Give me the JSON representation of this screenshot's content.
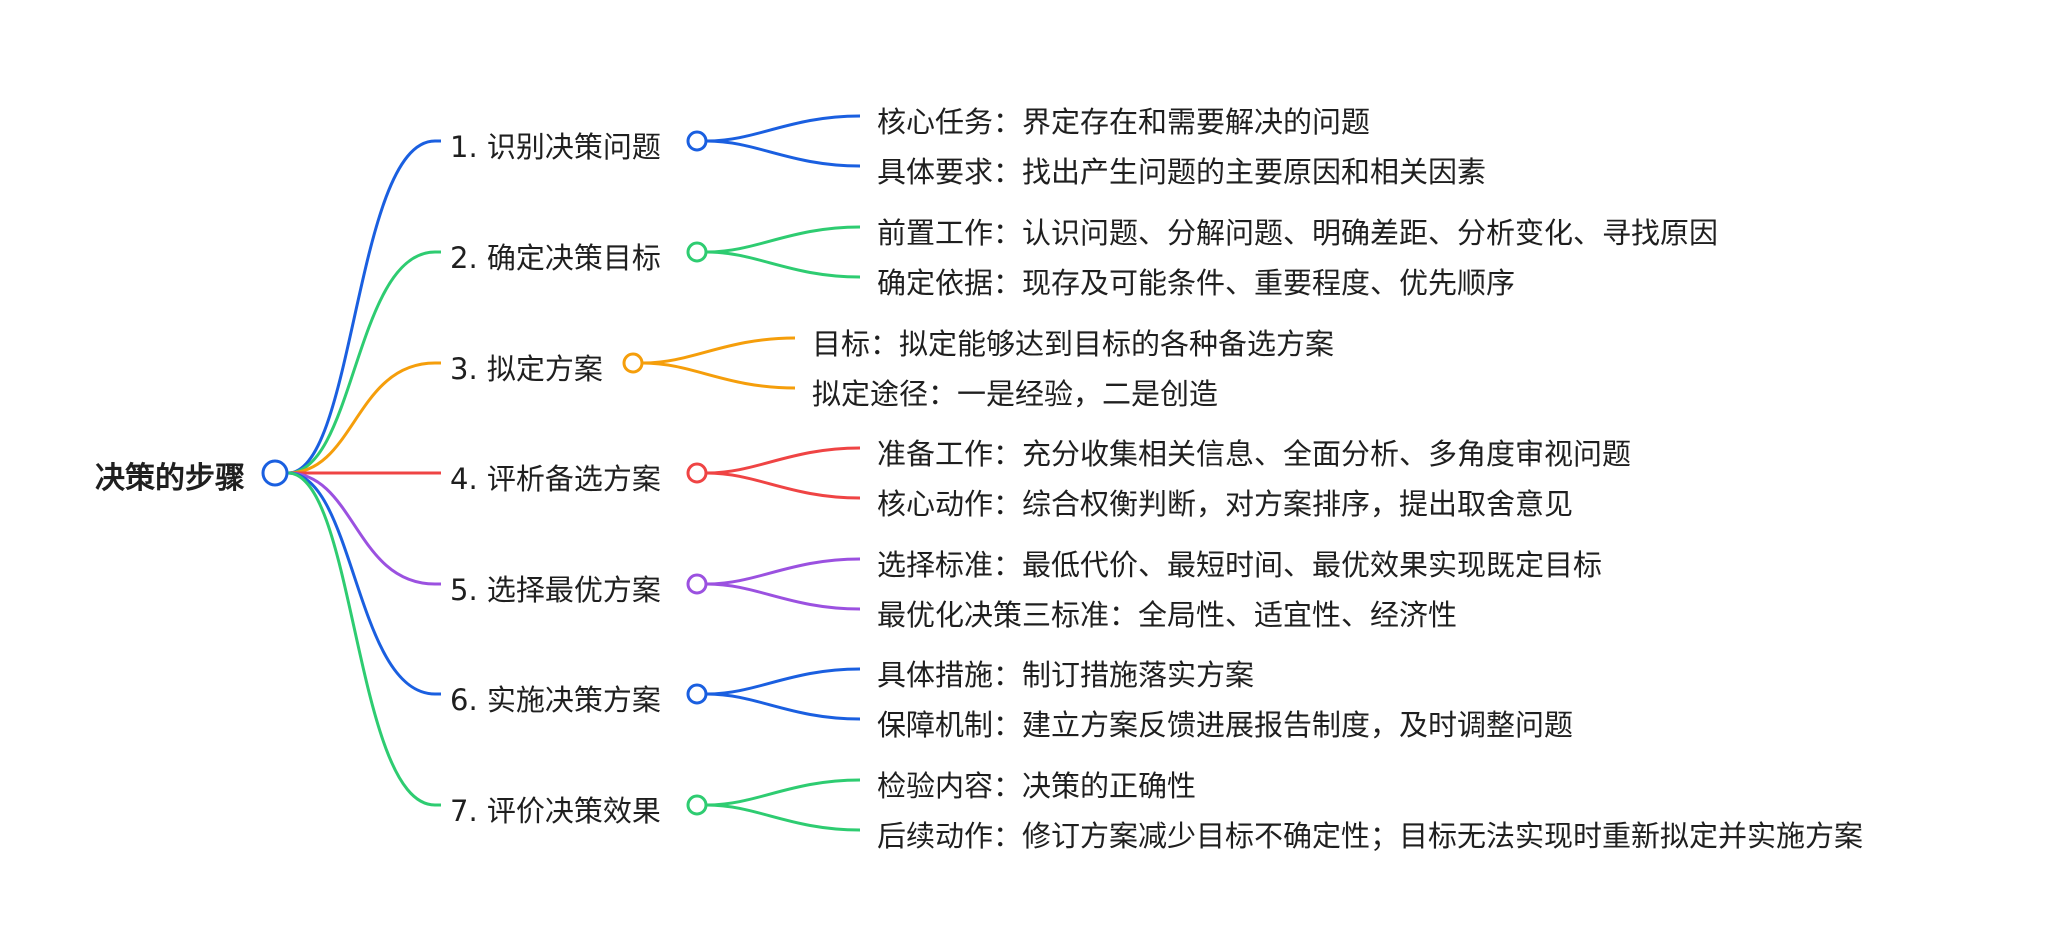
{
  "root": {
    "label": "决策的步骤",
    "color": "#1a5fe0"
  },
  "branches": [
    {
      "label": "1. 识别决策问题",
      "color": "#1a5fe0",
      "children": [
        "核心任务：界定存在和需要解决的问题",
        "具体要求：找出产生问题的主要原因和相关因素"
      ]
    },
    {
      "label": "2. 确定决策目标",
      "color": "#2ecc71",
      "children": [
        "前置工作：认识问题、分解问题、明确差距、分析变化、寻找原因",
        "确定依据：现存及可能条件、重要程度、优先顺序"
      ]
    },
    {
      "label": "3. 拟定方案",
      "color": "#f59e0b",
      "children": [
        "目标：拟定能够达到目标的各种备选方案",
        "拟定途径：一是经验，二是创造"
      ]
    },
    {
      "label": "4. 评析备选方案",
      "color": "#ef4444",
      "children": [
        "准备工作：充分收集相关信息、全面分析、多角度审视问题",
        "核心动作：综合权衡判断，对方案排序，提出取舍意见"
      ]
    },
    {
      "label": "5. 选择最优方案",
      "color": "#9b51e0",
      "children": [
        "选择标准：最低代价、最短时间、最优效果实现既定目标",
        "最优化决策三标准：全局性、适宜性、经济性"
      ]
    },
    {
      "label": "6. 实施决策方案",
      "color": "#1a5fe0",
      "children": [
        "具体措施：制订措施落实方案",
        "保障机制：建立方案反馈进展报告制度，及时调整问题"
      ]
    },
    {
      "label": "7. 评价决策效果",
      "color": "#2ecc71",
      "children": [
        "检验内容：决策的正确性",
        "后续动作：修订方案减少目标不确定性；目标无法实现时重新拟定并实施方案"
      ]
    }
  ]
}
